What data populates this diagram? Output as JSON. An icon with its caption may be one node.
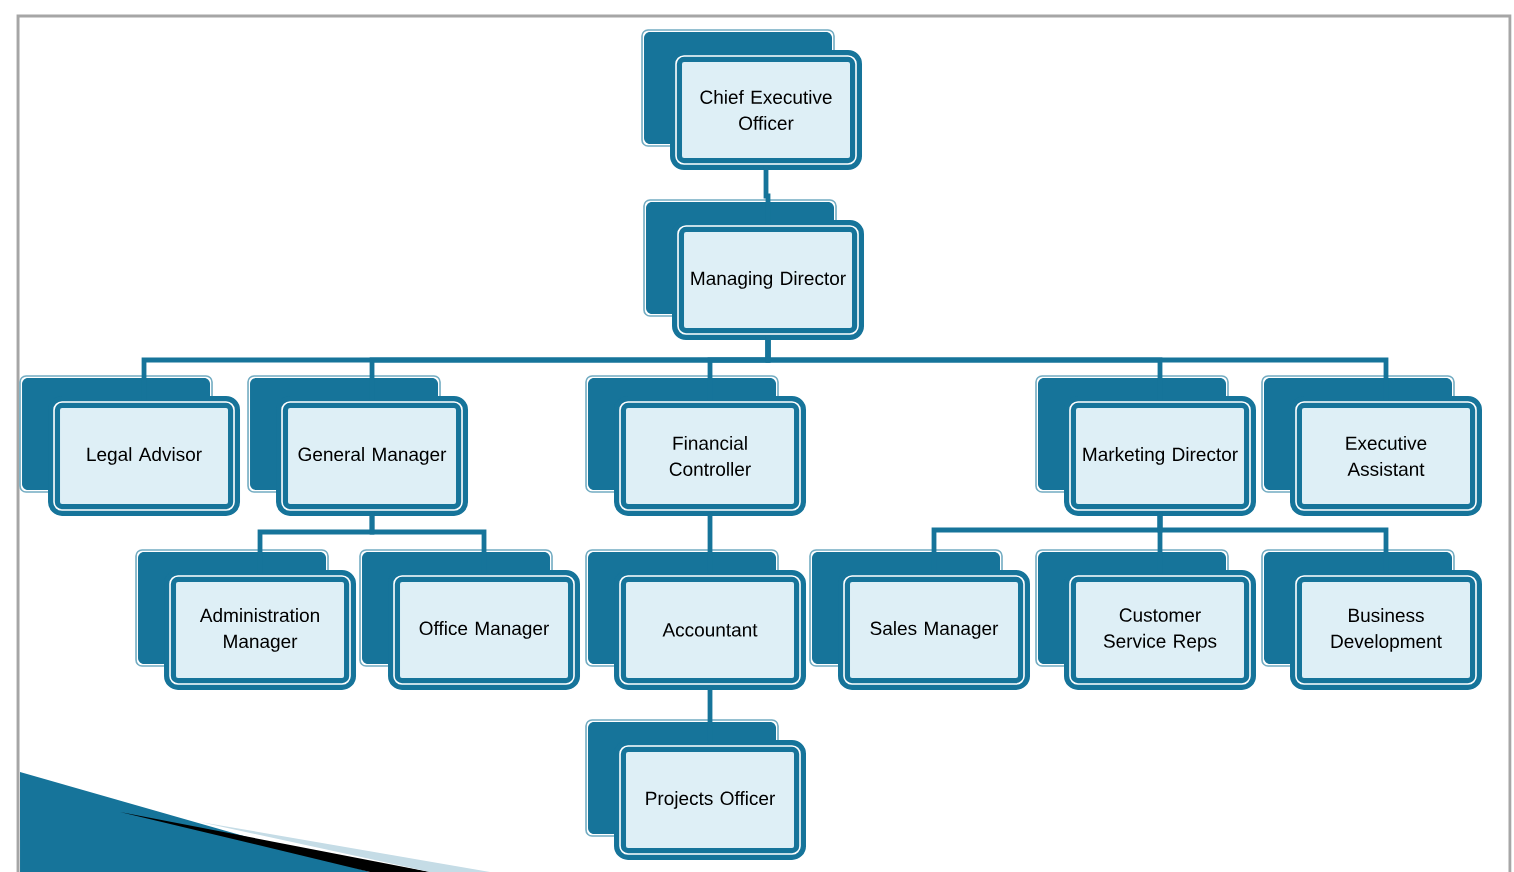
{
  "diagram": {
    "nodes": [
      {
        "text": [
          "Chief Executive Officer"
        ]
      },
      {
        "text": [
          "Managing Director"
        ]
      },
      {
        "text": [
          "Legal Advisor"
        ]
      },
      {
        "text": [
          "General Manager"
        ]
      },
      {
        "text": [
          "Financial Controller"
        ]
      },
      {
        "text": [
          "Marketing Director"
        ]
      },
      {
        "text": [
          "Executive Assistant"
        ]
      },
      {
        "text": [
          "Administration Manager"
        ]
      },
      {
        "text": [
          "Office Manager"
        ]
      },
      {
        "text": [
          "Accountant"
        ]
      },
      {
        "text": [
          "Sales Manager"
        ]
      },
      {
        "text": [
          "Customer Service Reps"
        ]
      },
      {
        "text": [
          "Business Development"
        ]
      },
      {
        "text": [
          "Projects Officer"
        ]
      }
    ],
    "edges": [
      {
        "from": 0,
        "to": 1,
        "arrow": "none"
      },
      {
        "from": 1,
        "to": 2,
        "arrow": "none"
      },
      {
        "from": 1,
        "to": 3,
        "arrow": "none"
      },
      {
        "from": 1,
        "to": 4,
        "arrow": "none"
      },
      {
        "from": 1,
        "to": 5,
        "arrow": "none"
      },
      {
        "from": 1,
        "to": 6,
        "arrow": "none"
      },
      {
        "from": 3,
        "to": 7,
        "arrow": "none"
      },
      {
        "from": 3,
        "to": 8,
        "arrow": "none"
      },
      {
        "from": 4,
        "to": 9,
        "arrow": "none"
      },
      {
        "from": 9,
        "to": 13,
        "arrow": "none"
      },
      {
        "from": 5,
        "to": 10,
        "arrow": "none"
      },
      {
        "from": 5,
        "to": 11,
        "arrow": "none"
      },
      {
        "from": 5,
        "to": 12,
        "arrow": "none"
      }
    ]
  }
}
